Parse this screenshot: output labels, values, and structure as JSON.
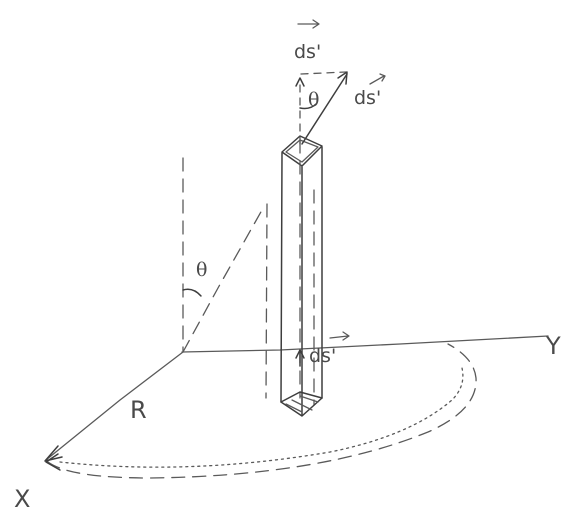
{
  "figure": {
    "background_color": "#ffffff",
    "pencil_color": "#5a5a5a",
    "labels": {
      "axis_x": "X",
      "axis_y": "Y",
      "radius": "R",
      "theta_top": "θ",
      "theta_axis": "θ",
      "ds_top_label": "ds'",
      "ds_slant_label": "ds'",
      "ds_bottom_label": "ds'"
    }
  }
}
